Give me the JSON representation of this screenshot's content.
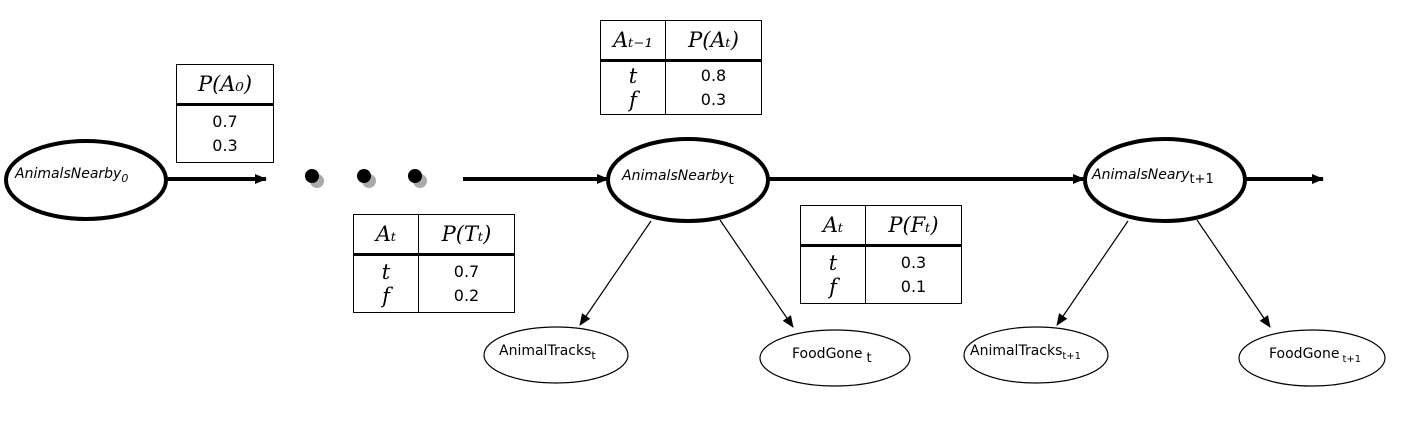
{
  "nodes": {
    "a0": {
      "base": "AnimalsNearby",
      "sub": "0"
    },
    "at": {
      "base": "AnimalsNearby",
      "sub": "t"
    },
    "at1": {
      "base": "AnimalsNeary",
      "sub": "t+1"
    },
    "tracks_t": {
      "base": "AnimalTracks",
      "sub": "t"
    },
    "food_t": {
      "base": "FoodGone",
      "sub": "t"
    },
    "tracks_t1": {
      "base": "AnimalTracks",
      "sub": "t+1"
    },
    "food_t1": {
      "base": "FoodGone",
      "sub": "t+1"
    }
  },
  "tables": {
    "prior": {
      "header": "P(A₀)",
      "values": [
        "0.7",
        "0.3"
      ]
    },
    "transition": {
      "cond_header": "Aₜ₋₁",
      "header": "P(Aₜ)",
      "conds": [
        "t",
        "f"
      ],
      "values": [
        "0.8",
        "0.3"
      ]
    },
    "tracks": {
      "cond_header": "Aₜ",
      "header": "P(Tₜ)",
      "conds": [
        "t",
        "f"
      ],
      "values": [
        "0.7",
        "0.2"
      ]
    },
    "food": {
      "cond_header": "Aₜ",
      "header": "P(Fₜ)",
      "conds": [
        "t",
        "f"
      ],
      "values": [
        "0.3",
        "0.1"
      ]
    }
  }
}
